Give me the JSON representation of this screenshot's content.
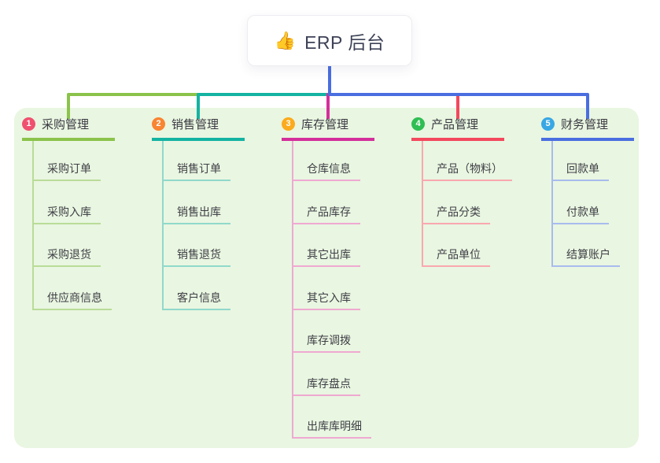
{
  "page": {
    "background_color": "#ffffff",
    "panel_color": "#e9f6e1"
  },
  "root": {
    "icon": "thumbs-up-icon",
    "icon_char": "👍",
    "label": "ERP 后台",
    "line_color": "#4a6ee0"
  },
  "branches": [
    {
      "number": "1",
      "label": "采购管理",
      "badge_color": "#f0506e",
      "line_color": "#8bc34a",
      "light_color": "#b9dc98",
      "children": [
        "采购订单",
        "采购入库",
        "采购退货",
        "供应商信息"
      ]
    },
    {
      "number": "2",
      "label": "销售管理",
      "badge_color": "#f98432",
      "line_color": "#14b3a2",
      "light_color": "#90d9cb",
      "children": [
        "销售订单",
        "销售出库",
        "销售退货",
        "客户信息"
      ]
    },
    {
      "number": "3",
      "label": "库存管理",
      "badge_color": "#fbab1d",
      "line_color": "#d42f9b",
      "light_color": "#efa9d1",
      "children": [
        "仓库信息",
        "产品库存",
        "其它出库",
        "其它入库",
        "库存调拨",
        "库存盘点",
        "出库库明细"
      ]
    },
    {
      "number": "4",
      "label": "产品管理",
      "badge_color": "#2fbe54",
      "line_color": "#f4485e",
      "light_color": "#f9a8b0",
      "children": [
        "产品（物料）",
        "产品分类",
        "产品单位"
      ]
    },
    {
      "number": "5",
      "label": "财务管理",
      "badge_color": "#38a7e4",
      "line_color": "#4a6ee0",
      "light_color": "#a8bbee",
      "children": [
        "回款单",
        "付款单",
        "结算账户"
      ]
    }
  ]
}
